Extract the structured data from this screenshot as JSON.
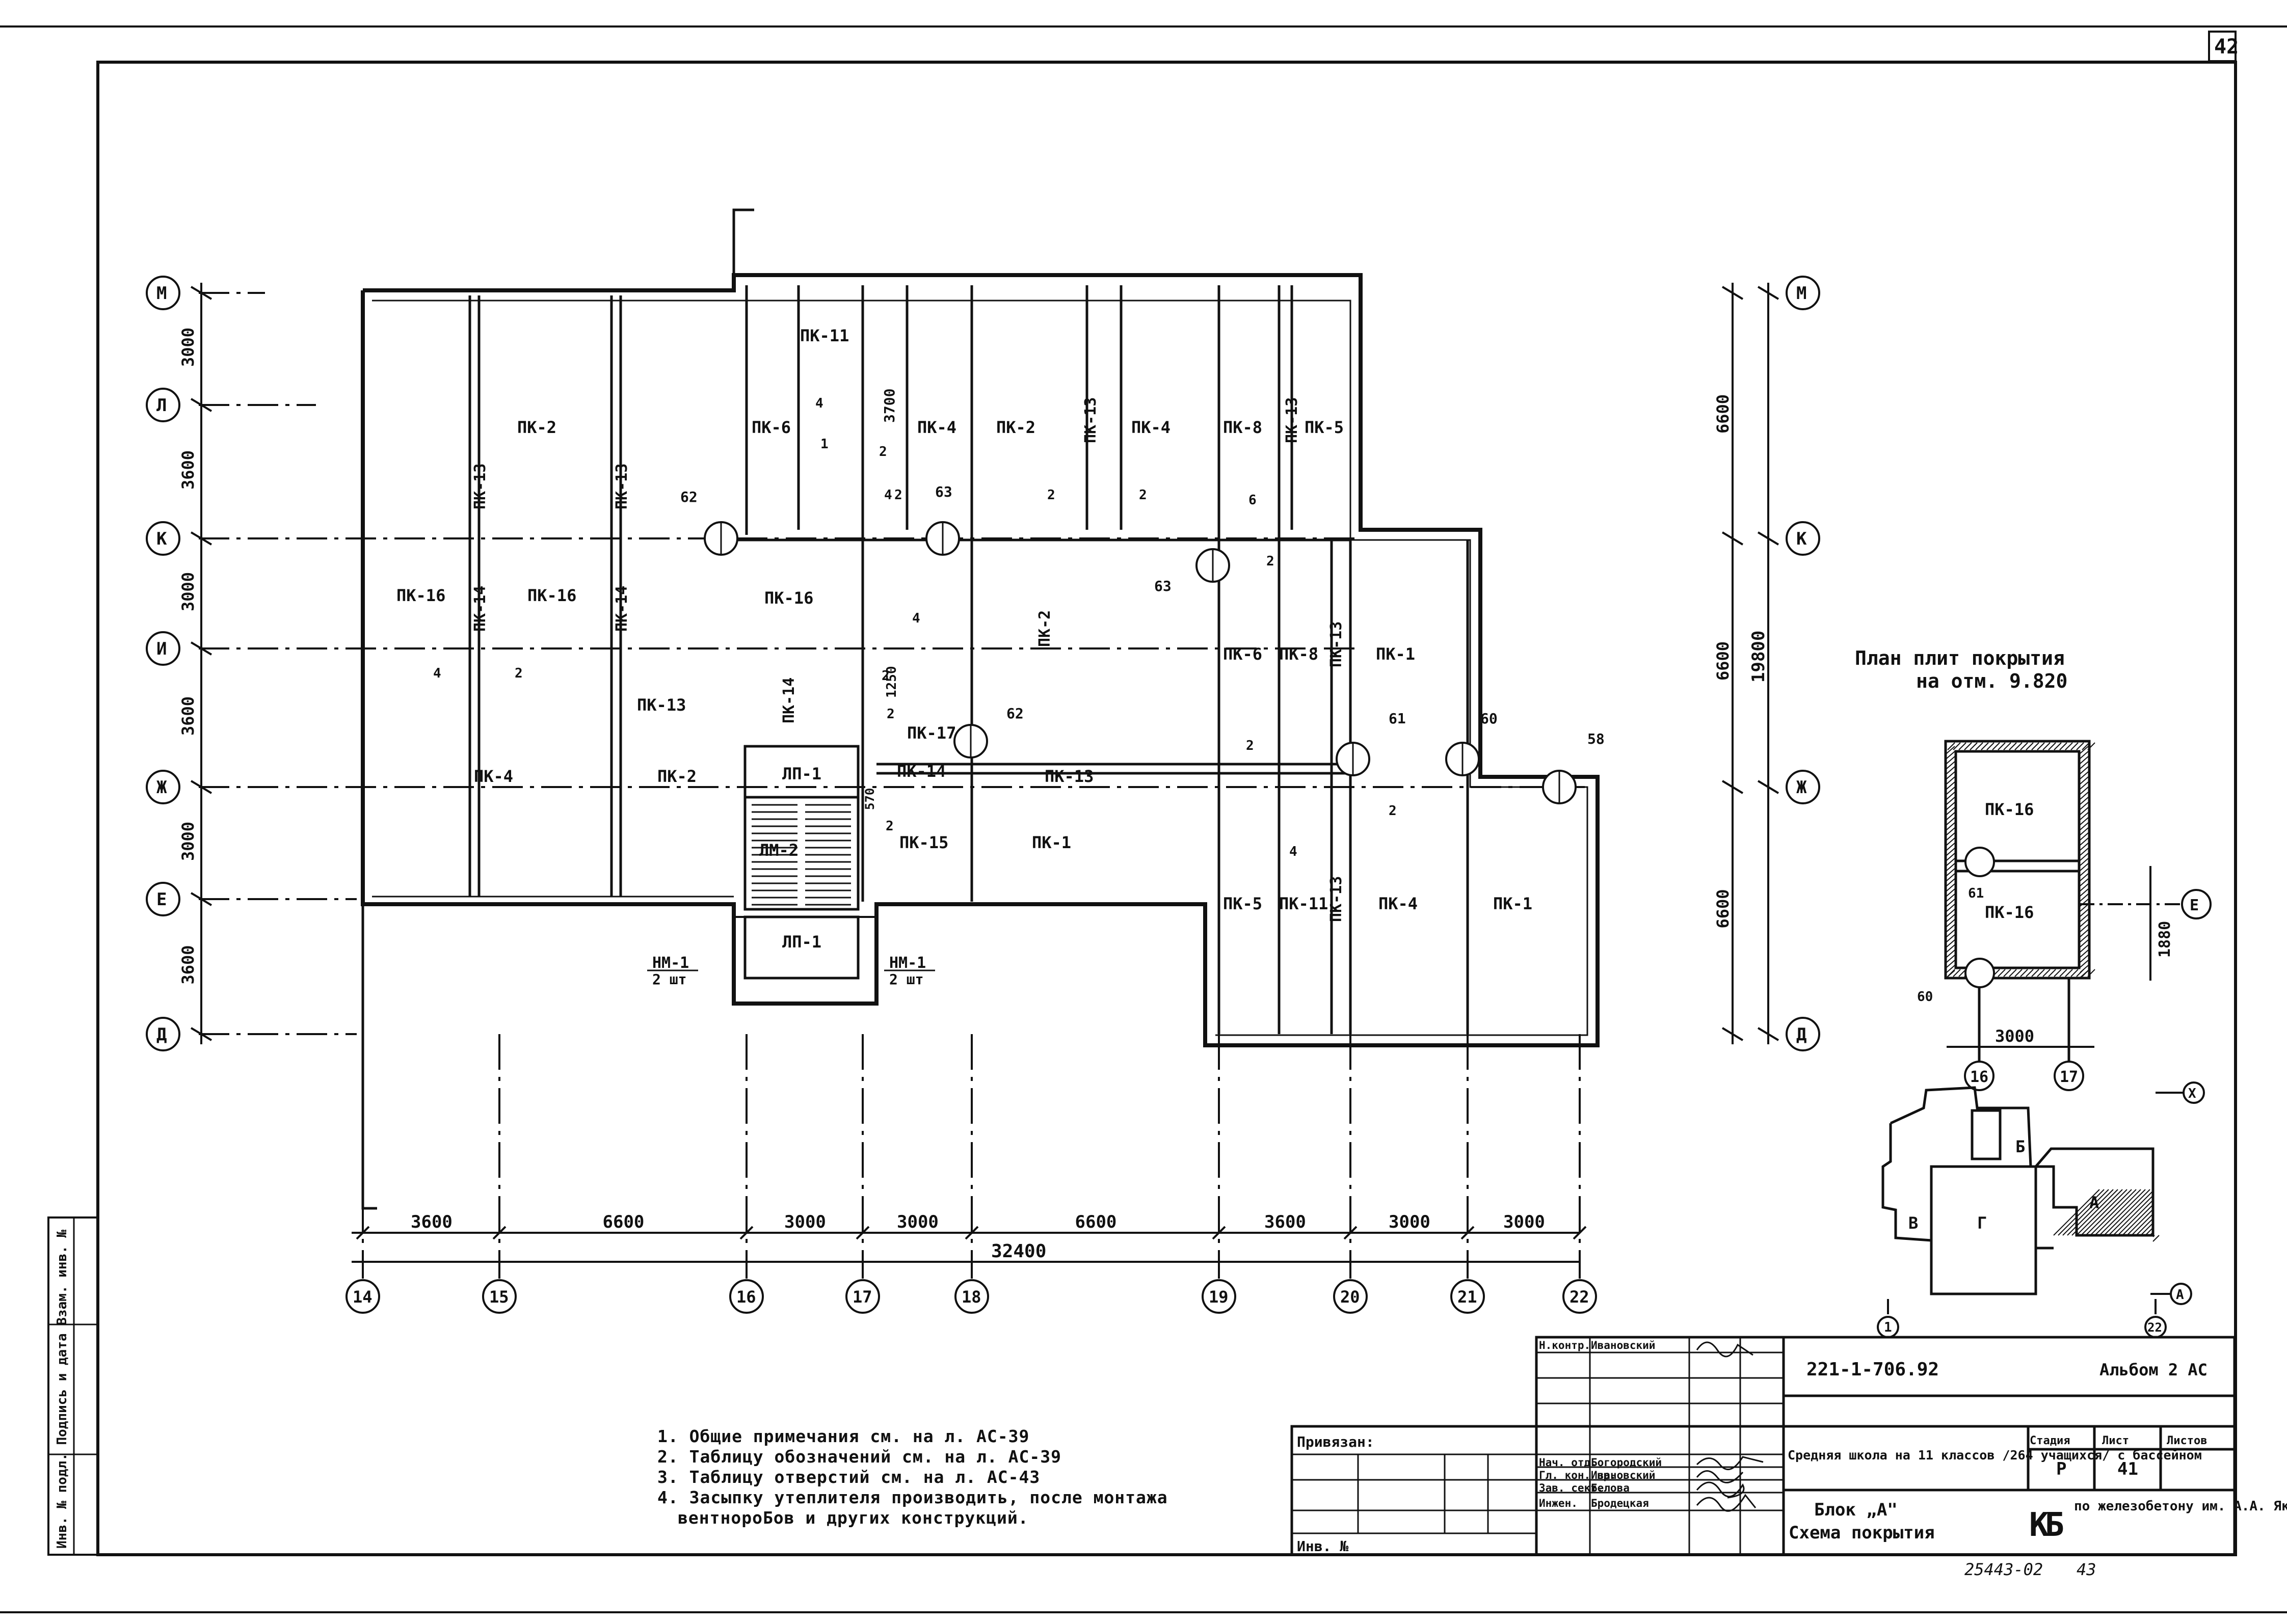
{
  "sheet_corner_number": "42",
  "side_stamp_label": "Инв. № подл. Подпись и дата Взам. инв. №",
  "axes_letters": [
    "М",
    "Л",
    "К",
    "И",
    "Ж",
    "Е",
    "Д"
  ],
  "left_vertical_dims": [
    "3000",
    "3600",
    "3000",
    "3600",
    "3000",
    "3600"
  ],
  "right_vertical_dims": [
    "6600",
    "6600",
    "6600"
  ],
  "right_total_dim": "19800",
  "bottom_axes": [
    "14",
    "15",
    "16",
    "17",
    "18",
    "19",
    "20",
    "21",
    "22"
  ],
  "bottom_dims": [
    "3600",
    "6600",
    "3000",
    "3000",
    "6600",
    "3600",
    "3000",
    "3000"
  ],
  "bottom_total": "32400",
  "panels": {
    "pk1": "ПК-1",
    "pk2": "ПК-2",
    "pk4": "ПК-4",
    "pk5": "ПК-5",
    "pk6": "ПК-6",
    "pk8": "ПК-8",
    "pk11": "ПК-11",
    "pk13": "ПК-13",
    "pk14": "ПК-14",
    "pk15": "ПК-15",
    "pk16": "ПК-16",
    "pk17": "ПК-17",
    "lp1": "ЛП-1",
    "lm2": "ЛМ-2",
    "nm1": "НМ-1",
    "nm_qty": "2 шт"
  },
  "node_numbers": [
    "62",
    "63",
    "63",
    "62",
    "61",
    "60",
    "58"
  ],
  "small_marks": [
    "1",
    "2",
    "4",
    "6"
  ],
  "local_dims": [
    "3700",
    "1250",
    "570"
  ],
  "inset": {
    "title_line1": "План плит покрытия",
    "title_line2": "на отм. 9.820",
    "panel": "ПК-16",
    "dim_width": "3000",
    "dim_height": "1880",
    "axis_left": "16",
    "axis_right": "17",
    "axis_row": "Е",
    "node_a": "61",
    "node_b": "60"
  },
  "key_plan": {
    "blocks": [
      "Б",
      "В",
      "Г",
      "А"
    ],
    "axis_x": "Х",
    "axis_1": "1",
    "axis_22": "22",
    "axis_a": "А"
  },
  "notes": [
    "1. Общие примечания см. на л. АС-39",
    "2. Таблицу обозначений см. на л. АС-39",
    "3. Таблицу отверстий см. на л. АС-43",
    "4. Засыпку утеплителя производить, после монтажа",
    "вентнороБов и других конструкций."
  ],
  "title_block": {
    "privyazan": "Привязан:",
    "inv_no": "Инв. №",
    "roles": [
      "Н.контр.",
      "Нач. отд.",
      "Гл. кон. пр.",
      "Зав. сект.",
      "Инжен."
    ],
    "names": [
      "Ивановский",
      "Богородский",
      "Ивановский",
      "Белова",
      "Бродецкая"
    ],
    "code": "221-1-706.92",
    "album": "Альбом 2 АС",
    "project": "Средняя школа на 11 классов /264 учащихся/ с бассейном",
    "sheet_title_1": "Блок „А\"",
    "sheet_title_2": "Схема покрытия",
    "stage_h": "Стадия",
    "sheet_h": "Лист",
    "sheets_h": "Листов",
    "stage": "Р",
    "sheet": "41",
    "org": "по железобетону им. А.А. Якушева",
    "logo": "КБ"
  },
  "bottom_note": "25443-02",
  "bottom_page": "43"
}
